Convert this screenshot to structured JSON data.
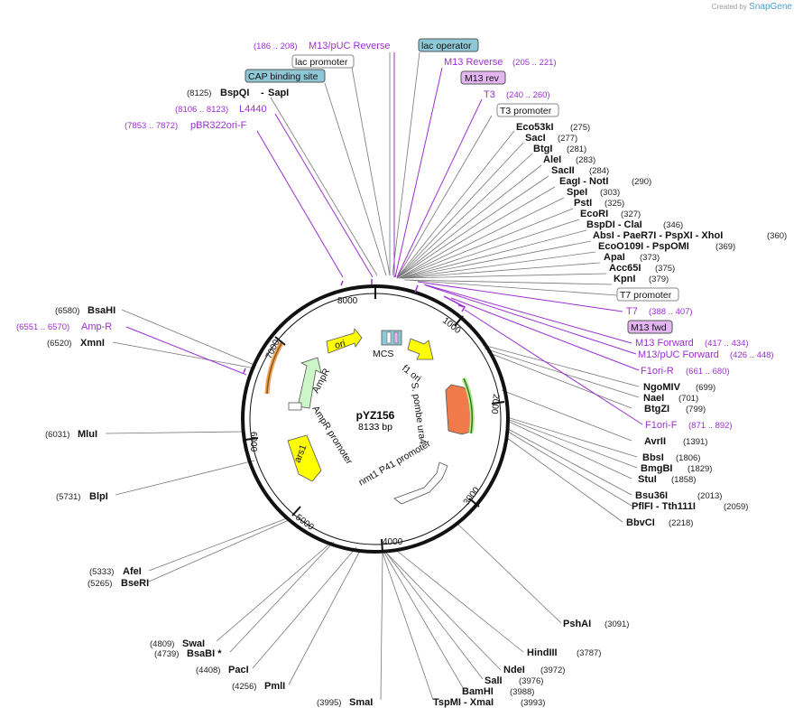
{
  "brand": {
    "created_by": "Created by",
    "app": "SnapGene"
  },
  "plasmid": {
    "name": "pYZ156",
    "size": "8133 bp"
  },
  "ticks": [
    "1000",
    "2000",
    "3000",
    "4000",
    "5000",
    "6000",
    "7000",
    "8000"
  ],
  "ring_features": [
    "MCS",
    "f1 ori",
    "S. pombe ura4",
    "nmt1 P41 promoter",
    "ars1",
    "AmpR promoter",
    "AmpR",
    "ori"
  ],
  "top_left_features": [
    {
      "pos": "(186 .. 208)",
      "name": "M13/pUC Reverse"
    },
    {
      "pos": "(8106 .. 8123)",
      "name": "L4440"
    },
    {
      "pos": "(7853 .. 7872)",
      "name": "pBR322ori-F"
    }
  ],
  "boxed_labels": {
    "lac_promoter": "lac promoter",
    "cap": "CAP binding site",
    "lac_operator": "lac operator",
    "m13rev": "M13 rev",
    "t3_promoter": "T3 promoter",
    "t7_promoter": "T7 promoter",
    "m13fwd": "M13 fwd"
  },
  "bspqi": {
    "pos": "(8125)",
    "name": "BspQI",
    "dash": "-",
    "name2": "SapI"
  },
  "right_features": [
    {
      "name": "M13 Reverse",
      "pos": "(205 .. 221)"
    },
    {
      "name": "T3",
      "pos": "(240 .. 260)"
    },
    {
      "name": "T7",
      "pos": "(388 .. 407)"
    },
    {
      "name": "M13 Forward",
      "pos": "(417 .. 434)"
    },
    {
      "name": "M13/pUC Forward",
      "pos": "(426 .. 448)"
    },
    {
      "name": "F1ori-R",
      "pos": "(661 .. 680)"
    },
    {
      "name": "F1ori-F",
      "pos": "(871 .. 892)"
    }
  ],
  "right_enzymes": [
    {
      "text": "Eco53kI",
      "pos": "(275)"
    },
    {
      "text": "SacI",
      "pos": "(277)"
    },
    {
      "text": "BtgI",
      "pos": "(281)"
    },
    {
      "text": "AleI",
      "pos": "(283)"
    },
    {
      "text": "SacII",
      "pos": "(284)"
    },
    {
      "text": "EagI  - NotI",
      "pos": "(290)"
    },
    {
      "text": "SpeI",
      "pos": "(303)"
    },
    {
      "text": "PstI",
      "pos": "(325)"
    },
    {
      "text": "EcoRI",
      "pos": "(327)"
    },
    {
      "text": "BspDI  - ClaI",
      "pos": "(346)"
    },
    {
      "text": "AbsI  - PaeR7I  - PspXI  - XhoI",
      "pos": "(360)"
    },
    {
      "text": "EcoO109I  - PspOMI",
      "pos": "(369)"
    },
    {
      "text": "ApaI",
      "pos": "(373)"
    },
    {
      "text": "Acc65I",
      "pos": "(375)"
    },
    {
      "text": "KpnI",
      "pos": "(379)"
    },
    {
      "text": "NgoMIV",
      "pos": "(699)"
    },
    {
      "text": "NaeI",
      "pos": "(701)"
    },
    {
      "text": "BtgZI",
      "pos": "(799)"
    },
    {
      "text": "AvrII",
      "pos": "(1391)"
    },
    {
      "text": "BbsI",
      "pos": "(1806)"
    },
    {
      "text": "BmgBI",
      "pos": "(1829)"
    },
    {
      "text": "StuI",
      "pos": "(1858)"
    },
    {
      "text": "Bsu36I",
      "pos": "(2013)"
    },
    {
      "text": "PflFI  - Tth111I",
      "pos": "(2059)"
    },
    {
      "text": "BbvCI",
      "pos": "(2218)"
    }
  ],
  "bottom_enzymes": [
    {
      "text": "PshAI",
      "pos": "(3091)"
    },
    {
      "text": "HindIII",
      "pos": "(3787)"
    },
    {
      "text": "NdeI",
      "pos": "(3972)"
    },
    {
      "text": "SalI",
      "pos": "(3976)"
    },
    {
      "text": "BamHI",
      "pos": "(3988)"
    },
    {
      "text": "TspMI  - XmaI",
      "pos": "(3993)"
    },
    {
      "text": "SmaI",
      "pos": "(3995)"
    }
  ],
  "left_enzymes": [
    {
      "text": "BsaHI",
      "pos": "(6580)"
    },
    {
      "text": "XmnI",
      "pos": "(6520)"
    },
    {
      "text": "MluI",
      "pos": "(6031)"
    },
    {
      "text": "BlpI",
      "pos": "(5731)"
    },
    {
      "text": "AfeI",
      "pos": "(5333)"
    },
    {
      "text": "BseRI",
      "pos": "(5265)"
    },
    {
      "text": "SwaI",
      "pos": "(4809)"
    },
    {
      "text": "BsaBI *",
      "pos": "(4739)"
    },
    {
      "text": "PacI",
      "pos": "(4408)"
    },
    {
      "text": "PmlI",
      "pos": "(4256)"
    }
  ],
  "left_feature": {
    "name": "Amp-R",
    "pos": "(6551 .. 6570)"
  },
  "colors": {
    "primer": "#9b2fd0",
    "ring": "#111111",
    "ori": "#ffff00",
    "ura4": "#f07a4a",
    "ampr": "#ccf5c8",
    "promoter": "#ffffff",
    "box_blue": "#8ec8d6",
    "box_purple": "#e3b6f2"
  }
}
